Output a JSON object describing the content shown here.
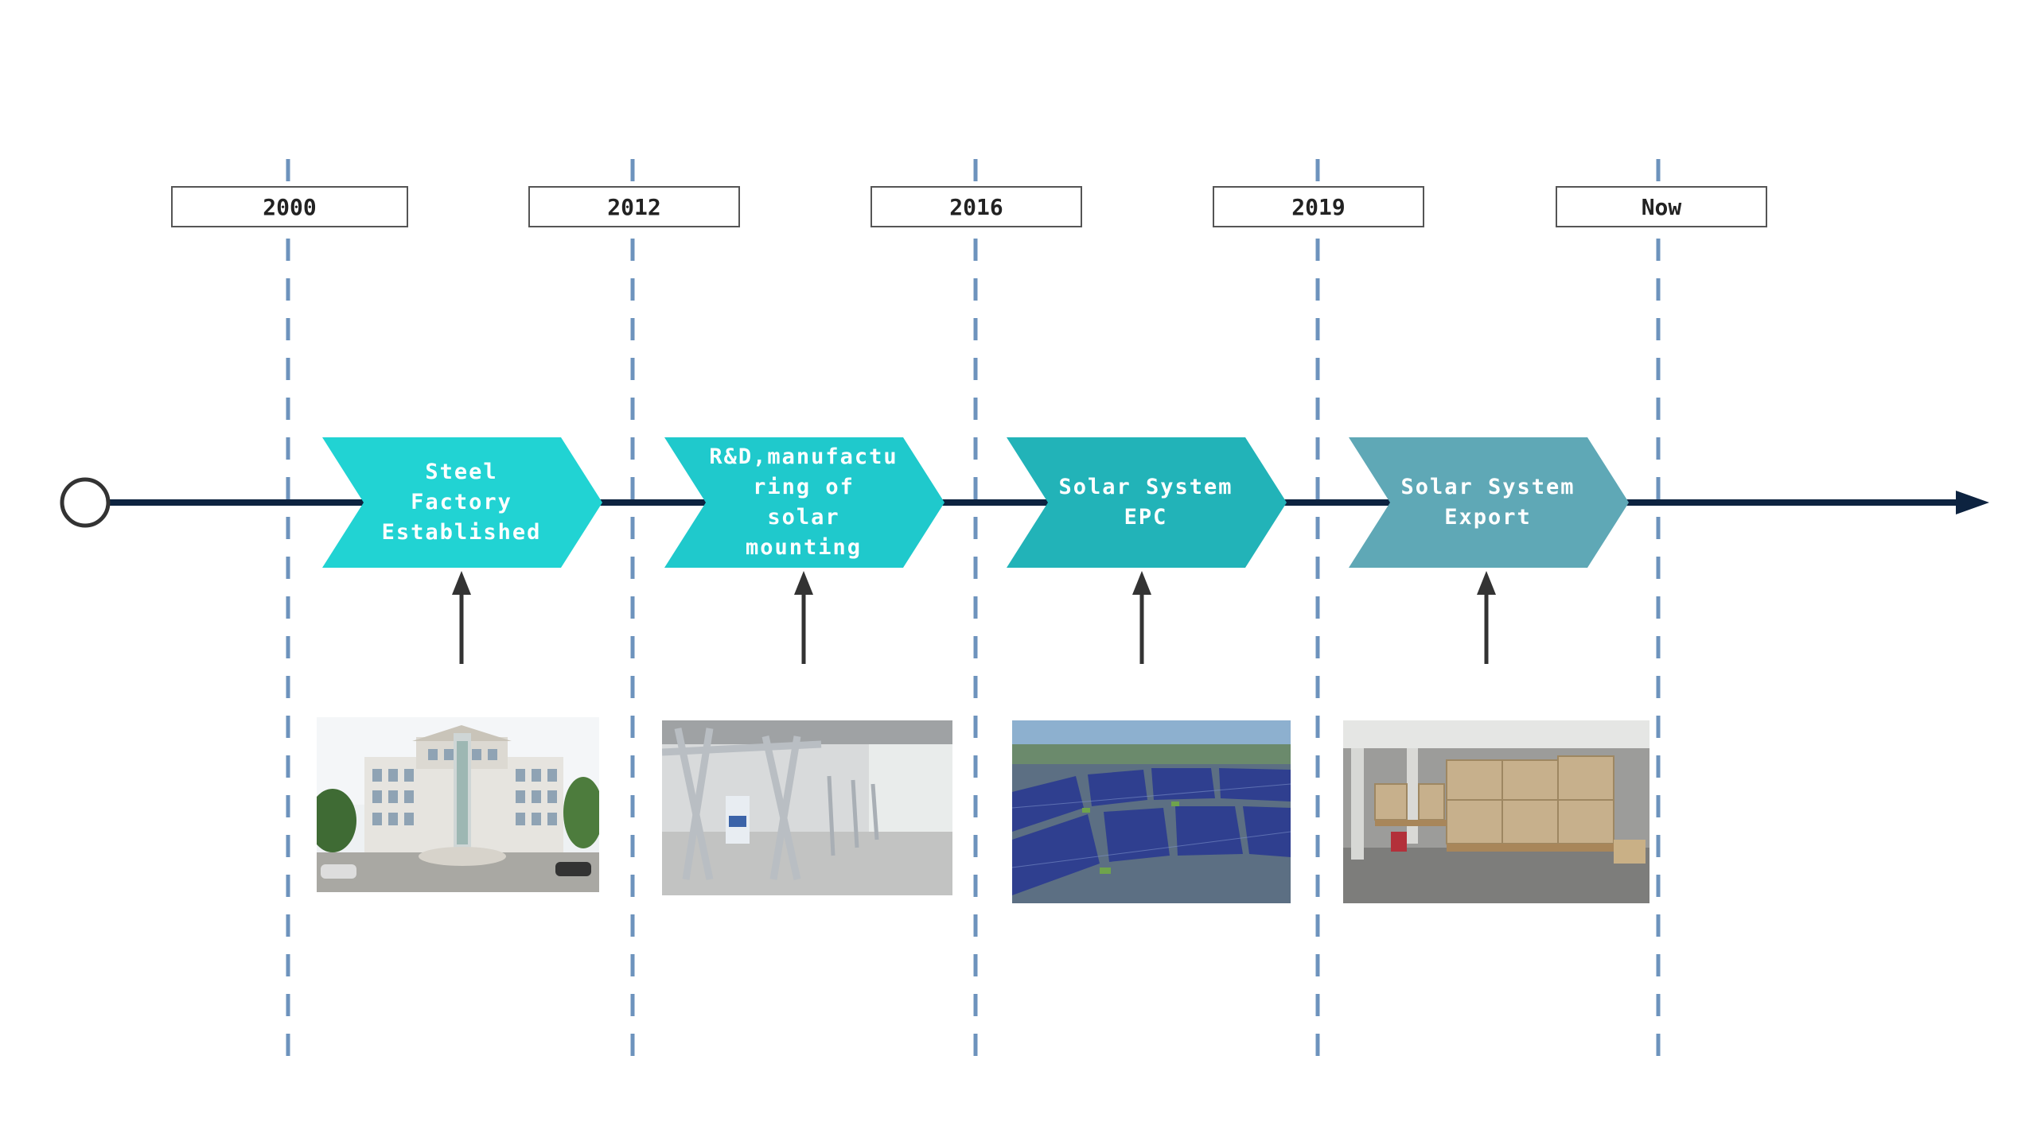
{
  "timeline": {
    "years": [
      "2000",
      "2012",
      "2016",
      "2019",
      "Now"
    ],
    "stages": [
      {
        "label": "Steel\nFactory\nEstablished",
        "color": "#21d3d3",
        "image": "office-building-photo"
      },
      {
        "label": "R&D,manufactu\nring of\nsolar\nmounting",
        "color": "#1fc9cc",
        "image": "mounting-showroom-photo"
      },
      {
        "label": "Solar System\nEPC",
        "color": "#22b3b8",
        "image": "solar-panel-field-photo"
      },
      {
        "label": "Solar System\nExport",
        "color": "#5fa8b6",
        "image": "warehouse-photo"
      }
    ],
    "colors": {
      "axis": "#0d2340",
      "dashed_line": "#6d93bd",
      "arrow": "#333333"
    }
  }
}
